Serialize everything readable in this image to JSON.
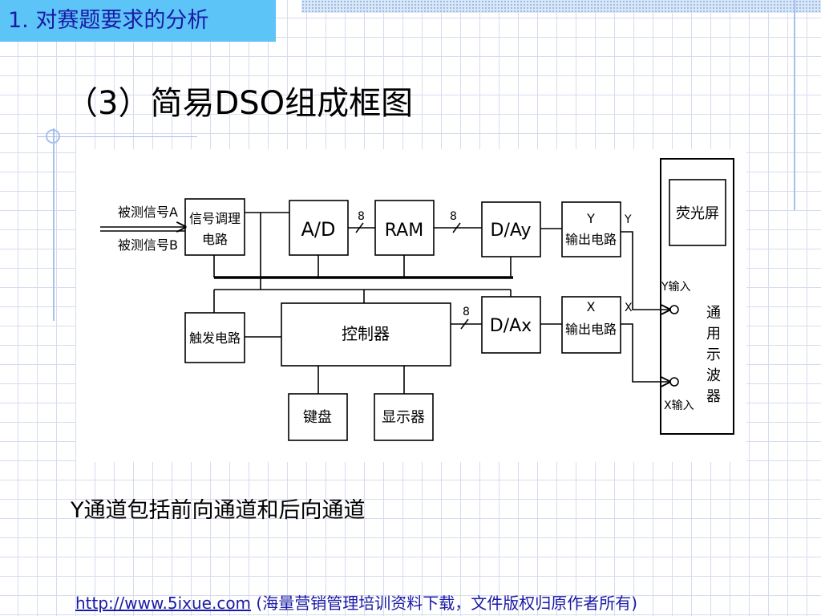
{
  "header": {
    "section_title": "1.  对赛题要求的分析"
  },
  "slide": {
    "title": "（3）简易DSO组成框图",
    "caption": "Y通道包括前向通道和后向通道"
  },
  "diagram": {
    "inputs": {
      "signal_a": "被测信号A",
      "signal_b": "被测信号B"
    },
    "blocks": {
      "signal_conditioning": [
        "信号调理",
        "电路"
      ],
      "adc": "A/D",
      "ram": "RAM",
      "dac_y": "D/Ay",
      "y_output": [
        "Y",
        "输出电路"
      ],
      "trigger": "触发电路",
      "controller": "控制器",
      "dac_x": "D/Ax",
      "x_output": [
        "X",
        "输出电路"
      ],
      "keyboard": "键盘",
      "display": "显示器",
      "screen": "荧光屏",
      "oscilloscope": [
        "通",
        "用",
        "示",
        "波",
        "器"
      ]
    },
    "bus_labels": {
      "adc_ram": "8",
      "ram_dac": "8",
      "ctrl_dac": "8"
    },
    "signal_labels": {
      "y": "Y",
      "x": "X"
    },
    "port_labels": {
      "y_in": "Y输入",
      "x_in": "X输入"
    }
  },
  "footer": {
    "url": "http://www.5ixue.com",
    "note": " (海量营销管理培训资料下载，文件版权归原作者所有)"
  }
}
